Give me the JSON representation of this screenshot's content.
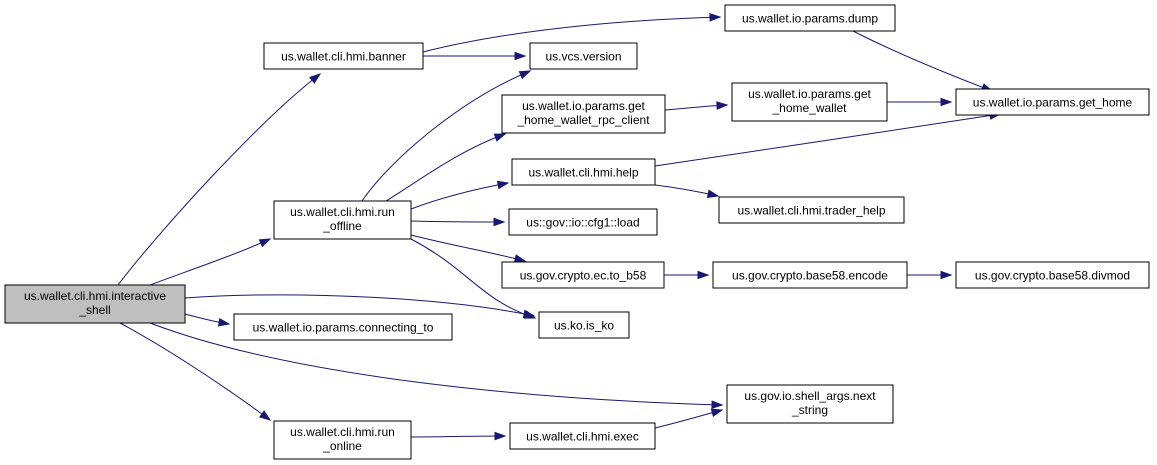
{
  "graph": {
    "nodes": [
      {
        "id": "interactive_shell",
        "lines": [
          "us.wallet.cli.hmi.interactive",
          "_shell"
        ],
        "root": true
      },
      {
        "id": "banner",
        "lines": [
          "us.wallet.cli.hmi.banner"
        ]
      },
      {
        "id": "run_offline",
        "lines": [
          "us.wallet.cli.hmi.run",
          "_offline"
        ]
      },
      {
        "id": "connecting_to",
        "lines": [
          "us.wallet.io.params.connecting_to"
        ]
      },
      {
        "id": "run_online",
        "lines": [
          "us.wallet.cli.hmi.run",
          "_online"
        ]
      },
      {
        "id": "vcs_version",
        "lines": [
          "us.vcs.version"
        ]
      },
      {
        "id": "params_dump",
        "lines": [
          "us.wallet.io.params.dump"
        ]
      },
      {
        "id": "get_home_wallet_rpc_client",
        "lines": [
          "us.wallet.io.params.get",
          "_home_wallet_rpc_client"
        ]
      },
      {
        "id": "help",
        "lines": [
          "us.wallet.cli.hmi.help"
        ]
      },
      {
        "id": "cfg1_load",
        "lines": [
          "us::gov::io::cfg1::load"
        ]
      },
      {
        "id": "to_b58",
        "lines": [
          "us.gov.crypto.ec.to_b58"
        ]
      },
      {
        "id": "is_ko",
        "lines": [
          "us.ko.is_ko"
        ]
      },
      {
        "id": "next_string",
        "lines": [
          "us.gov.io.shell_args.next",
          "_string"
        ]
      },
      {
        "id": "exec",
        "lines": [
          "us.wallet.cli.hmi.exec"
        ]
      },
      {
        "id": "get_home_wallet",
        "lines": [
          "us.wallet.io.params.get",
          "_home_wallet"
        ]
      },
      {
        "id": "get_home",
        "lines": [
          "us.wallet.io.params.get_home"
        ]
      },
      {
        "id": "trader_help",
        "lines": [
          "us.wallet.cli.hmi.trader_help"
        ]
      },
      {
        "id": "base58_encode",
        "lines": [
          "us.gov.crypto.base58.encode"
        ]
      },
      {
        "id": "base58_divmod",
        "lines": [
          "us.gov.crypto.base58.divmod"
        ]
      }
    ],
    "edges": [
      {
        "from": "interactive_shell",
        "to": "banner"
      },
      {
        "from": "interactive_shell",
        "to": "run_offline"
      },
      {
        "from": "interactive_shell",
        "to": "is_ko"
      },
      {
        "from": "interactive_shell",
        "to": "connecting_to"
      },
      {
        "from": "interactive_shell",
        "to": "next_string"
      },
      {
        "from": "interactive_shell",
        "to": "run_online"
      },
      {
        "from": "banner",
        "to": "params_dump"
      },
      {
        "from": "banner",
        "to": "vcs_version"
      },
      {
        "from": "params_dump",
        "to": "get_home"
      },
      {
        "from": "run_offline",
        "to": "vcs_version"
      },
      {
        "from": "run_offline",
        "to": "get_home_wallet_rpc_client"
      },
      {
        "from": "run_offline",
        "to": "help"
      },
      {
        "from": "run_offline",
        "to": "cfg1_load"
      },
      {
        "from": "run_offline",
        "to": "to_b58"
      },
      {
        "from": "run_offline",
        "to": "is_ko"
      },
      {
        "from": "get_home_wallet_rpc_client",
        "to": "get_home_wallet"
      },
      {
        "from": "get_home_wallet",
        "to": "get_home"
      },
      {
        "from": "help",
        "to": "get_home"
      },
      {
        "from": "help",
        "to": "trader_help"
      },
      {
        "from": "to_b58",
        "to": "base58_encode"
      },
      {
        "from": "base58_encode",
        "to": "base58_divmod"
      },
      {
        "from": "run_online",
        "to": "exec"
      },
      {
        "from": "exec",
        "to": "next_string"
      }
    ]
  }
}
